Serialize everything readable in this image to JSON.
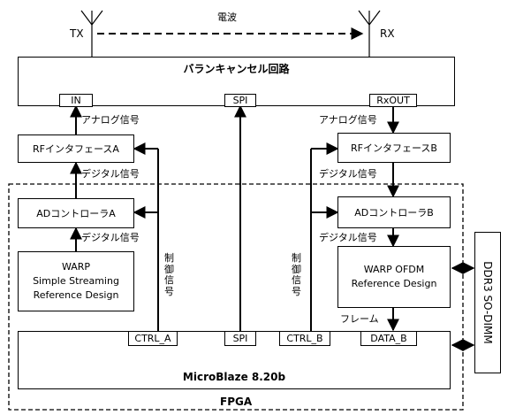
{
  "top": {
    "tx_label": "TX",
    "rx_label": "RX",
    "wave_label": "電波"
  },
  "balun": {
    "title": "バランキャンセル回路",
    "port_in": "IN",
    "port_spi": "SPI",
    "port_rxout": "RxOUT"
  },
  "left_chain": {
    "analog_signal": "アナログ信号",
    "rf_interface": "RFインタフェースA",
    "digital_signal_1": "デジタル信号",
    "ad_controller": "ADコントローラA",
    "digital_signal_2": "デジタル信号",
    "warp_line1": "WARP",
    "warp_line2": "Simple Streaming",
    "warp_line3": "Reference Design",
    "control_signal": [
      "制",
      "御",
      "信",
      "号"
    ]
  },
  "right_chain": {
    "analog_signal": "アナログ信号",
    "rf_interface": "RFインタフェースB",
    "digital_signal_1": "デジタル信号",
    "ad_controller": "ADコントローラB",
    "digital_signal_2": "デジタル信号",
    "warp_line1": "WARP OFDM",
    "warp_line2": "Reference Design",
    "frame_label": "フレーム",
    "control_signal": [
      "制",
      "御",
      "信",
      "号"
    ]
  },
  "microblaze": {
    "title": "MicroBlaze 8.20b",
    "port_ctrl_a": "CTRL_A",
    "port_spi": "SPI",
    "port_ctrl_b": "CTRL_B",
    "port_data_b": "DATA_B"
  },
  "fpga_label": "FPGA",
  "ddr_label": "DDR3 SO-DIMM"
}
